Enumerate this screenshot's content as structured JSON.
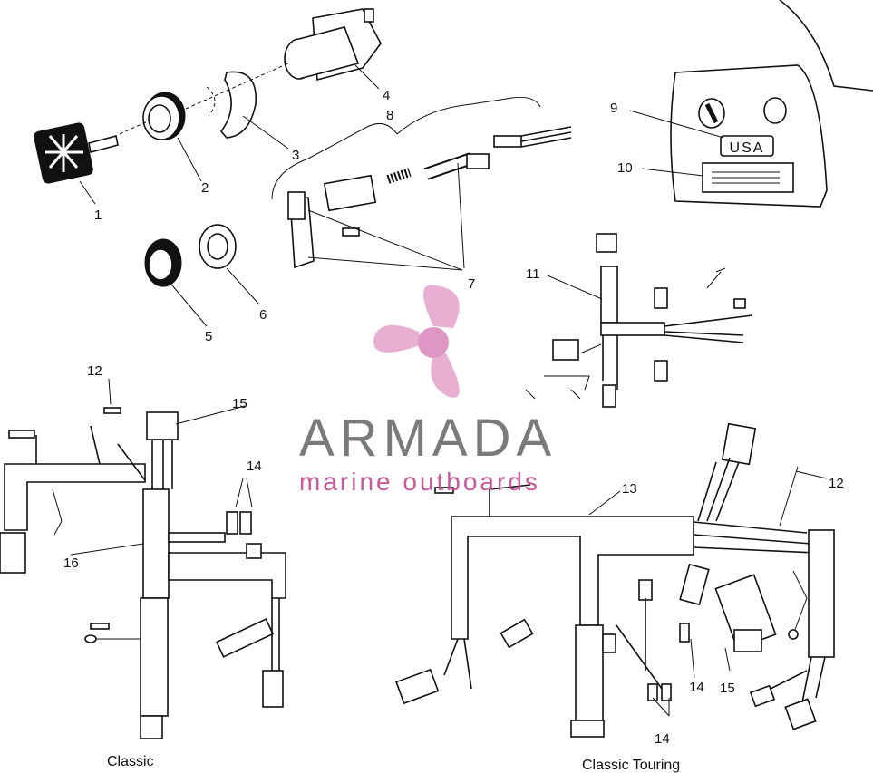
{
  "callouts": {
    "c1": "1",
    "c2": "2",
    "c3": "3",
    "c4": "4",
    "c5": "5",
    "c6": "6",
    "c7": "7",
    "c8": "8",
    "c9": "9",
    "c10": "10",
    "c11": "11",
    "c12a": "12",
    "c12b": "12",
    "c13": "13",
    "c14a": "14",
    "c14b": "14",
    "c14c": "14",
    "c15a": "15",
    "c15b": "15",
    "c16": "16"
  },
  "plate_text": {
    "usa": "USA"
  },
  "captions": {
    "left": "Classic",
    "right": "Classic Touring"
  },
  "watermark": {
    "brand": "ARMADA",
    "tagline": "marine outboards",
    "logo_color": "#e8a9cf",
    "brand_color": "#6d6f71",
    "tagline_color": "#c64b92"
  }
}
